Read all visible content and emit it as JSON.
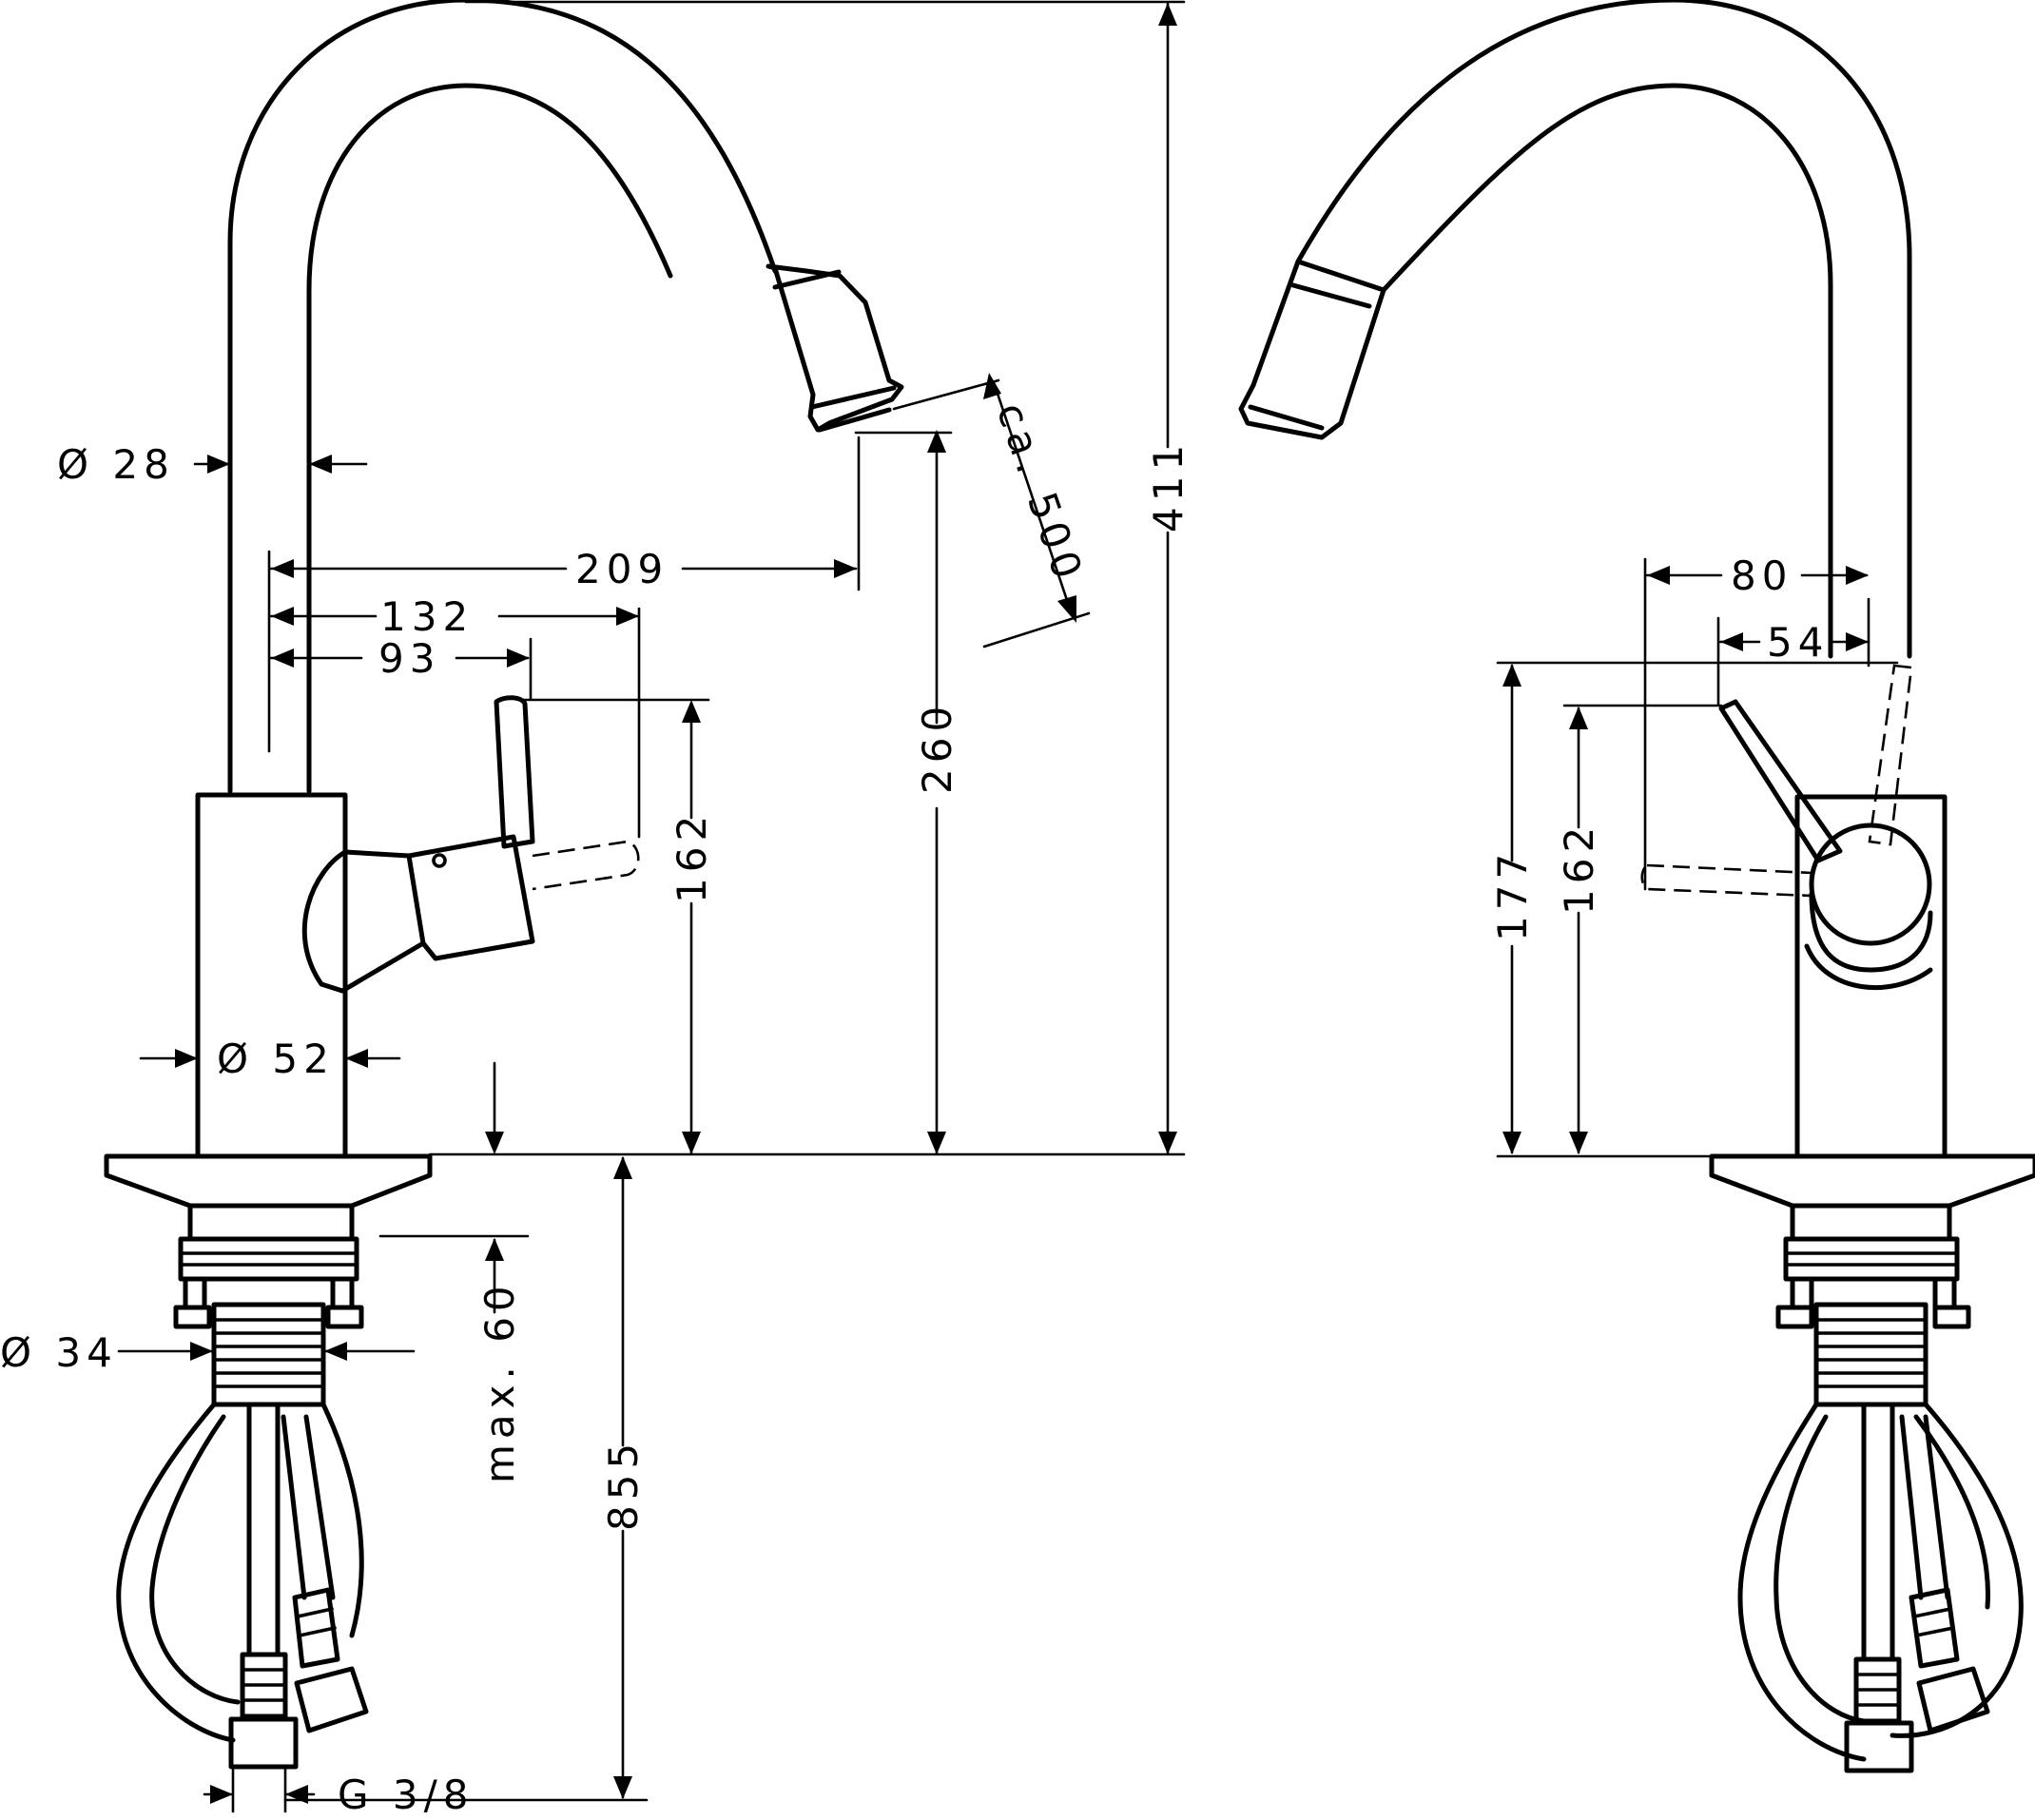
{
  "labels": {
    "dia28": "Ø 28",
    "d209": "209",
    "d132": "132",
    "d93": "93",
    "d162_left": "162",
    "d260": "260",
    "d411": "411",
    "dia52": "Ø 52",
    "ca500": "ca. 500",
    "dia34": "Ø 34",
    "max60": "max. 60",
    "d855": "855",
    "g38": "G 3/8",
    "d80": "80",
    "d54": "54",
    "d177": "177",
    "d162_right": "162"
  }
}
